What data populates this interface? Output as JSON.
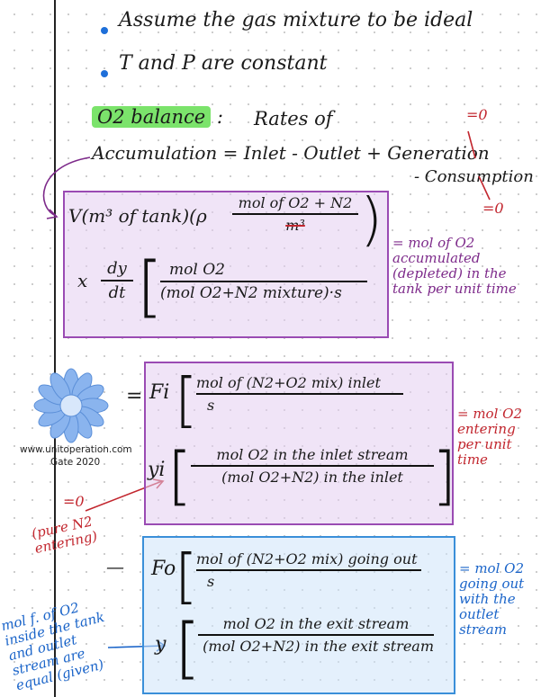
{
  "bullets": [
    {
      "text": "Assume the gas mixture to be ideal"
    },
    {
      "text": "T and P are constant"
    }
  ],
  "balance": {
    "title": "O2 balance",
    "subtitle": "Rates of",
    "equation": "Accumulation = Inlet - Outlet + Generation",
    "consumption": "- Consumption",
    "gen_zero": "=0",
    "cons_zero": "=0"
  },
  "accumulation": {
    "v_term": "V(m³ of tank)(ρ",
    "rho_num": "mol of O2 + N2",
    "rho_den": "m³",
    "x": "x",
    "dy": "dy",
    "dt": "dt",
    "num": "mol O2",
    "den": "(mol O2+N2 mixture)·s",
    "note": "= mol of O2 accumulated (depleted) in the tank per unit time"
  },
  "inlet": {
    "eq": "=",
    "f": "Fi",
    "f_num": "mol of (N2+O2 mix) inlet",
    "f_den": "s",
    "y": "yi",
    "y_num": "mol O2 in the inlet stream",
    "y_den": "(mol O2+N2) in the inlet",
    "note": "= mol O2 entering per unit time",
    "zero": "=0",
    "zero_note": "(pure N2 entering)"
  },
  "outlet": {
    "minus": "—",
    "f": "Fo",
    "f_num": "mol of (N2+O2 mix) going out",
    "f_den": "s",
    "y": "y",
    "y_num": "mol O2 in the exit stream",
    "y_den": "(mol O2+N2) in the exit stream",
    "note": "= mol O2 going out with the outlet stream",
    "side_note": "mol f. of O2 inside the tank and outlet stream are equal (given)"
  },
  "logo": {
    "site": "www.unitoperation.com",
    "caption": "Gate 2020"
  }
}
